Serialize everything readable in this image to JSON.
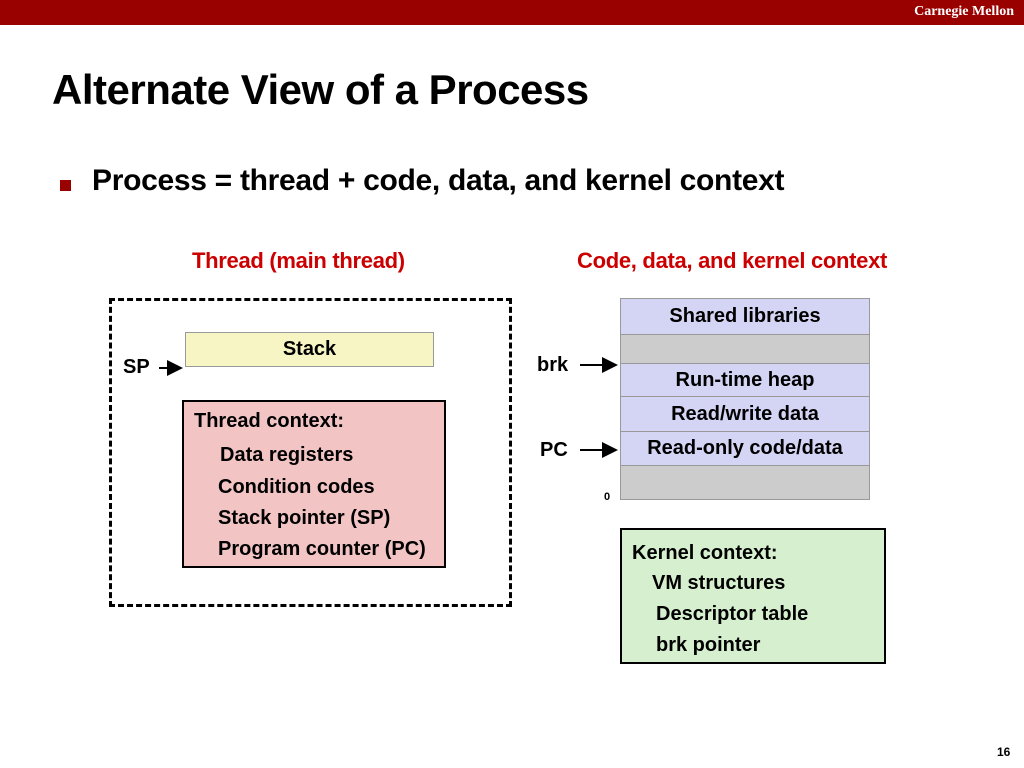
{
  "header": {
    "brand": "Carnegie Mellon",
    "colors": {
      "bar": "#990000"
    }
  },
  "slide": {
    "title": "Alternate View of a Process",
    "bullet": "Process = thread + code, data, and kernel context",
    "page_number": "16"
  },
  "thread": {
    "heading": "Thread (main thread)",
    "sp_label": "SP",
    "stack_label": "Stack",
    "context_title": "Thread context:",
    "context_items": [
      "Data registers",
      "Condition codes",
      "Stack pointer (SP)",
      "Program counter (PC)"
    ]
  },
  "memory": {
    "heading": "Code, data, and kernel context",
    "segments": [
      {
        "label": "Shared libraries",
        "color": "#d4d4f4"
      },
      {
        "label": "",
        "color": "#cccccc"
      },
      {
        "label": "Run-time heap",
        "color": "#d4d4f4"
      },
      {
        "label": "Read/write data",
        "color": "#d4d4f4"
      },
      {
        "label": "Read-only code/data",
        "color": "#d4d4f4"
      },
      {
        "label": "",
        "color": "#cccccc"
      }
    ],
    "brk_label": "brk",
    "pc_label": "PC",
    "zero_label": "0"
  },
  "kernel": {
    "title": "Kernel context:",
    "items": [
      "VM structures",
      "Descriptor table",
      "brk pointer"
    ]
  }
}
